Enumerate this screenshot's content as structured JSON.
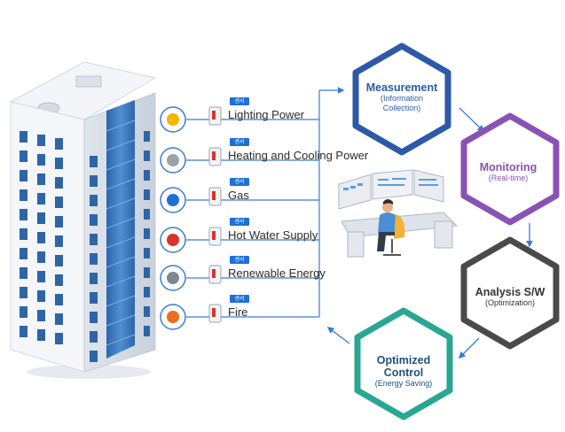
{
  "sensors": [
    {
      "tag": "센서",
      "label": "Lighting Power",
      "icon": "bulb-icon"
    },
    {
      "tag": "센서",
      "label": "Heating and Cooling Power",
      "icon": "air-conditioner-icon"
    },
    {
      "tag": "센서",
      "label": "Gas",
      "icon": "gas-flame-icon"
    },
    {
      "tag": "센서",
      "label": "Hot Water Supply",
      "icon": "hot-water-icon"
    },
    {
      "tag": "센서",
      "label": "Renewable Energy",
      "icon": "wind-turbine-icon"
    },
    {
      "tag": "센서",
      "label": "Fire",
      "icon": "fire-icon"
    }
  ],
  "cycle": [
    {
      "title": "Measurement",
      "sub1": "(Information",
      "sub2": "Collection)",
      "color": "#2d59a8"
    },
    {
      "title": "Monitoring",
      "sub1": "(Real-time)",
      "sub2": "",
      "color": "#8a52b4"
    },
    {
      "title": "Analysis S/W",
      "sub1": "(Optimization)",
      "sub2": "",
      "color": "#4a4a4a"
    },
    {
      "title": "Optimized",
      "title2": "Control",
      "sub1": "(Energy Saving)",
      "sub2": "",
      "color": "#2aa692"
    }
  ],
  "colors": {
    "connector": "#3a7bd5",
    "tag": "#1e6fd9",
    "glass": "#2f6fb6",
    "wall": "#eef1f5"
  }
}
